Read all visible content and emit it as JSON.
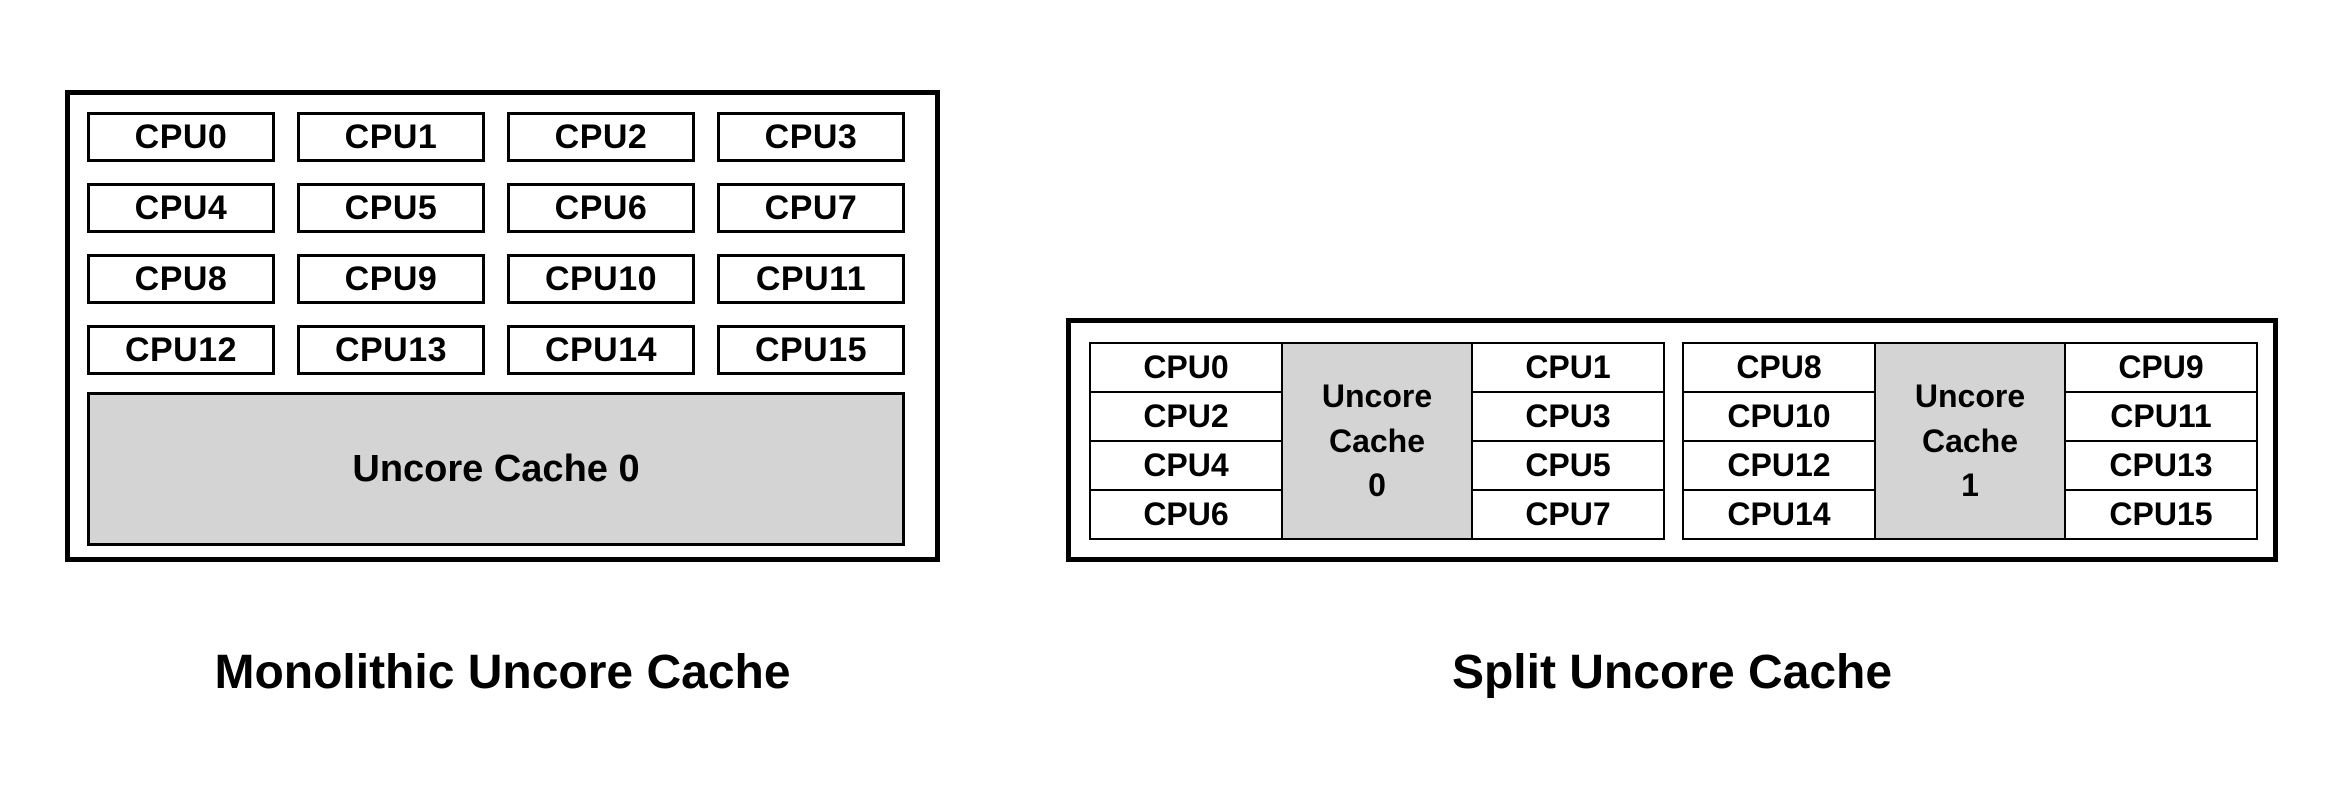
{
  "colors": {
    "background": "#ffffff",
    "border": "#000000",
    "cache_fill": "#d4d4d4",
    "text": "#000000"
  },
  "monolithic": {
    "caption": "Monolithic Uncore Cache",
    "uncore_label": "Uncore Cache 0",
    "cpus": [
      "CPU0",
      "CPU1",
      "CPU2",
      "CPU3",
      "CPU4",
      "CPU5",
      "CPU6",
      "CPU7",
      "CPU8",
      "CPU9",
      "CPU10",
      "CPU11",
      "CPU12",
      "CPU13",
      "CPU14",
      "CPU15"
    ]
  },
  "split": {
    "caption": "Split Uncore Cache",
    "clusters": [
      {
        "left_cpus": [
          "CPU0",
          "CPU2",
          "CPU4",
          "CPU6"
        ],
        "uncore_lines": [
          "Uncore",
          "Cache",
          "0"
        ],
        "right_cpus": [
          "CPU1",
          "CPU3",
          "CPU5",
          "CPU7"
        ]
      },
      {
        "left_cpus": [
          "CPU8",
          "CPU10",
          "CPU12",
          "CPU14"
        ],
        "uncore_lines": [
          "Uncore",
          "Cache",
          "1"
        ],
        "right_cpus": [
          "CPU9",
          "CPU11",
          "CPU13",
          "CPU15"
        ]
      }
    ]
  }
}
